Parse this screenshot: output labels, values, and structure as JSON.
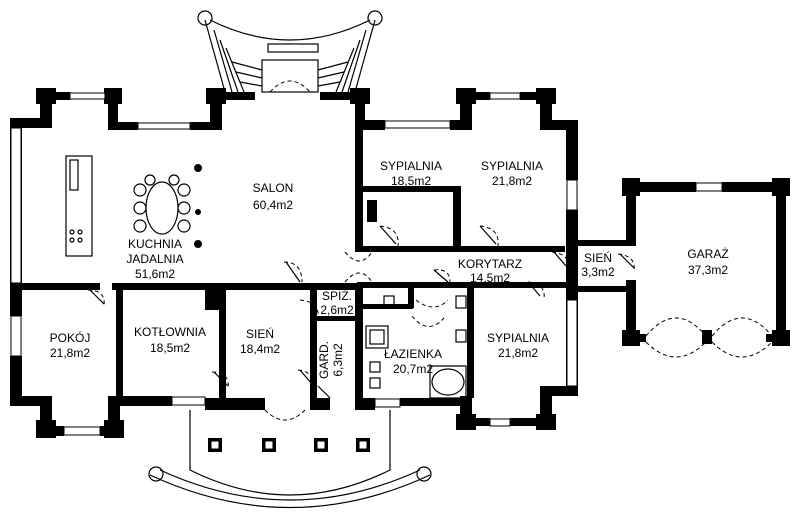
{
  "rooms": {
    "salon": {
      "name": "SALON",
      "area": "60,4m2"
    },
    "kuchnia": {
      "name1": "KUCHNIA",
      "name2": "JADALNIA",
      "area": "51,6m2"
    },
    "sypialnia_a": {
      "name": "SYPIALNIA",
      "area": "18,5m2"
    },
    "sypialnia_b": {
      "name": "SYPIALNIA",
      "area": "21,8m2"
    },
    "sypialnia_c": {
      "name": "SYPIALNIA",
      "area": "21,8m2"
    },
    "korytarz": {
      "name": "KORYTARZ",
      "area": "14,5m2"
    },
    "sien_small": {
      "name": "SIEŃ",
      "area": "3,3m2"
    },
    "garaz": {
      "name": "GARAŻ",
      "area": "37,3m2"
    },
    "pokoj": {
      "name": "POKÓJ",
      "area": "21,8m2"
    },
    "kotlownia": {
      "name": "KOTŁOWNIA",
      "area": "18,5m2"
    },
    "sien": {
      "name": "SIEŃ",
      "area": "18,4m2"
    },
    "spiz": {
      "name": "SPIŻ.",
      "area": "2,6m2"
    },
    "gard": {
      "name": "GARD.",
      "area": "6,3m2"
    },
    "lazienka": {
      "name": "ŁAZIENKA",
      "area": "20,7m2"
    }
  }
}
